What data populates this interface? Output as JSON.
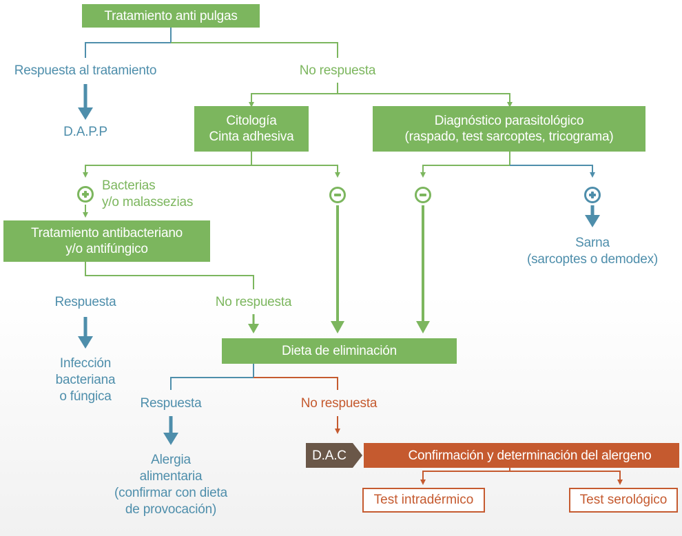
{
  "colors": {
    "green": "#7cb65e",
    "blue": "#4e8eab",
    "orange": "#c55a2f",
    "dark": "#6a5748"
  },
  "boxes": {
    "antipulgas": "Tratamiento anti pulgas",
    "citologia": [
      "Citología",
      "Cinta adhesiva"
    ],
    "parasitologico": [
      "Diagnóstico parasitológico",
      "(raspado, test sarcoptes, tricograma)"
    ],
    "antibacteriano": [
      "Tratamiento antibacteriano",
      "y/o antifúngico"
    ],
    "dieta": "Dieta de eliminación",
    "dac": "D.A.C",
    "confirmacion": "Confirmación y determinación del alergeno",
    "intradermico": "Test intradérmico",
    "serologico": "Test serológico"
  },
  "labels": {
    "respuesta_tratamiento": "Respuesta al tratamiento",
    "no_respuesta_1": "No respuesta",
    "dapp": "D.A.P.P",
    "bacterias": [
      "Bacterias",
      "y/o malassezias"
    ],
    "sarna": [
      "Sarna",
      "(sarcoptes o demodex)"
    ],
    "respuesta_2": "Respuesta",
    "no_respuesta_2": "No respuesta",
    "infeccion": [
      "Infección",
      "bacteriana",
      "o fúngica"
    ],
    "respuesta_3": "Respuesta",
    "no_respuesta_3": "No respuesta",
    "alergia": [
      "Alergia",
      "alimentaria",
      "(confirmar con dieta",
      "de provocación)"
    ]
  },
  "symbols": {
    "plus_bacterias": "plus-positive",
    "minus_citologia": "minus-negative",
    "minus_parasitologico": "minus-negative",
    "plus_sarna": "plus-positive"
  }
}
